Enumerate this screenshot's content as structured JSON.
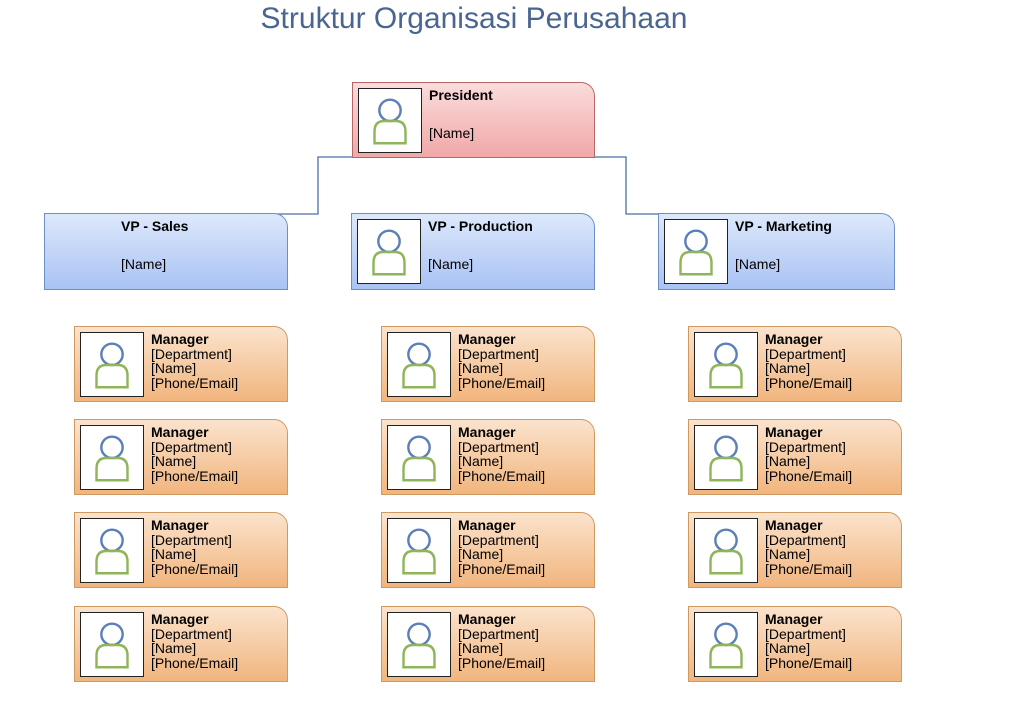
{
  "title": "Struktur Organisasi Perusahaan",
  "president": {
    "role": "President",
    "name": "[Name]"
  },
  "vps": [
    {
      "role": "VP - Sales",
      "name": "[Name]"
    },
    {
      "role": "VP - Production",
      "name": "[Name]"
    },
    {
      "role": "VP - Marketing",
      "name": "[Name]"
    }
  ],
  "manager_card": {
    "role": "Manager",
    "department": "[Department]",
    "name": "[Name]",
    "contact": "[Phone/Email]"
  },
  "colors": {
    "title": "#4a6690",
    "president_fill": "#f1a8a8",
    "vp_fill": "#a9c3f4",
    "manager_fill": "#f1b57e",
    "connector": "#4a6fa5",
    "avatar_head": "#5b7fb8",
    "avatar_body": "#8fb45a"
  },
  "icons": {
    "photo": "person-placeholder-icon"
  }
}
